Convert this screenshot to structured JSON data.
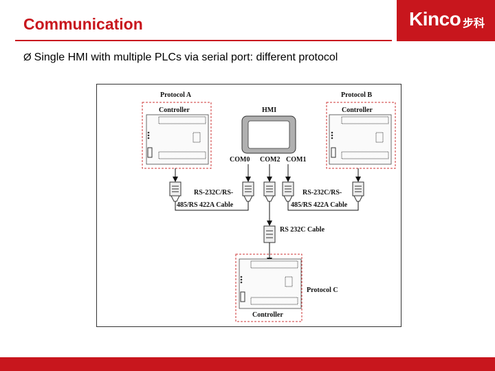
{
  "header": {
    "title": "Communication"
  },
  "logo": {
    "text": "Kinco",
    "cjk": "步科"
  },
  "bullet": {
    "marker": "Ø",
    "text": "Single HMI with multiple PLCs via serial port: different protocol"
  },
  "diagram": {
    "protocol_a": "Protocol A",
    "protocol_b": "Protocol B",
    "protocol_c": "Protocol C",
    "controller_a": "Controller",
    "controller_b": "Controller",
    "controller_c": "Controller",
    "hmi": "HMI",
    "com0": "COM0",
    "com2": "COM2",
    "com1": "COM1",
    "cable_left_1": "RS-232C/RS-",
    "cable_left_2": "485/RS 422A Cable",
    "cable_right_1": "RS-232C/RS-",
    "cable_right_2": "485/RS 422A Cable",
    "cable_bottom": "RS 232C Cable"
  },
  "colors": {
    "brand_red": "#c8161d",
    "dash_red": "#cc3333"
  }
}
